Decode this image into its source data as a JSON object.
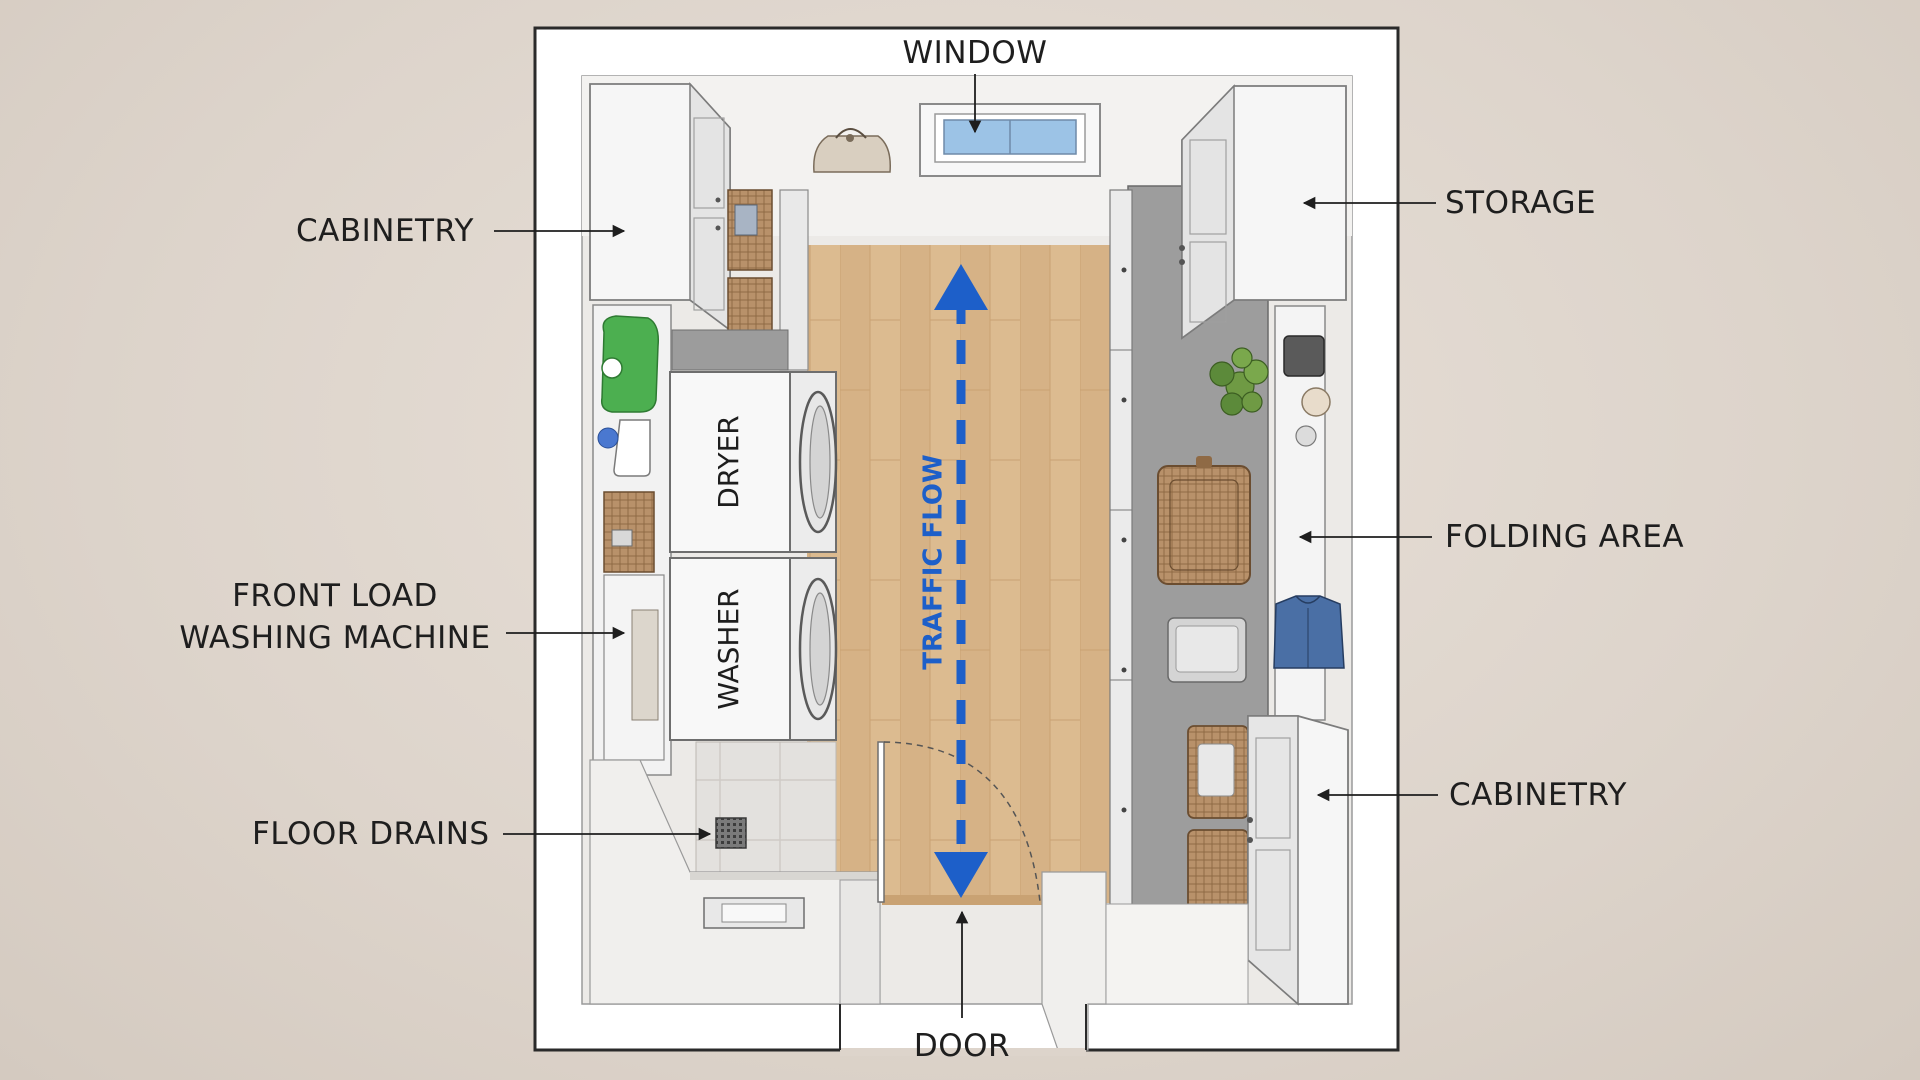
{
  "labels": {
    "window": "WINDOW",
    "storage": "STORAGE",
    "cabinetry_left": "CABINETRY",
    "cabinetry_right": "CABINETRY",
    "folding_area": "FOLDING AREA",
    "front_load_line1": "FRONT LOAD",
    "front_load_line2": "WASHING MACHINE",
    "floor_drains": "FLOOR DRAINS",
    "door": "DOOR",
    "dryer": "DRYER",
    "washer": "WASHER",
    "traffic_flow": "TRAFFIC FLOW"
  },
  "colors": {
    "background": "#ddd4cb",
    "wall": "#ffffff",
    "wall_outline": "#2a2a2a",
    "wood_floor": "#d9b88e",
    "counter_gray": "#9a9a9a",
    "traffic_arrow": "#1d5fc9",
    "basket": "#b08960",
    "plant": "#5c8a3a",
    "detergent_green": "#4caf50",
    "shirt_blue": "#4a6fa5",
    "window_glass": "#9cc3e6"
  },
  "icons": [
    "window-icon",
    "bag-icon",
    "basket-icon",
    "plant-icon",
    "detergent-icon",
    "drain-icon",
    "door-swing-icon",
    "arrow-icon",
    "shirt-icon",
    "jar-icon"
  ]
}
